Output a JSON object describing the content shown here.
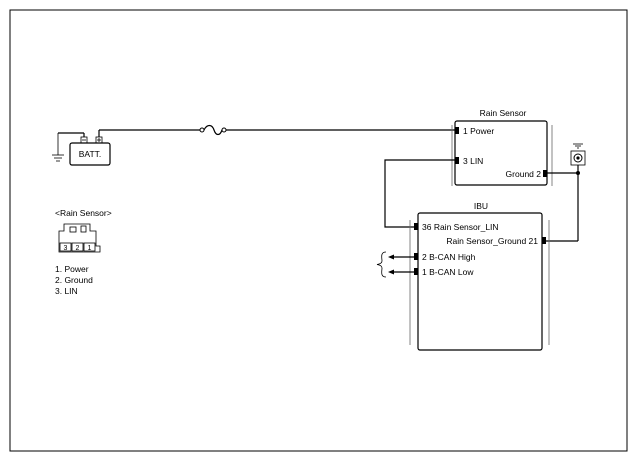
{
  "battery": {
    "label": "BATT."
  },
  "rain_sensor": {
    "title": "Rain Sensor",
    "pins": {
      "power": "1 Power",
      "lin": "3 LIN",
      "ground": "Ground 2"
    }
  },
  "ibu": {
    "title": "IBU",
    "pins": {
      "rain_lin": "36 Rain Sensor_LIN",
      "rain_ground": "Rain Sensor_Ground 21",
      "bcan_high": "2 B-CAN High",
      "bcan_low": "1 B-CAN Low"
    }
  },
  "connector": {
    "title": "<Rain Sensor>",
    "pin_numbers": [
      "3",
      "2",
      "1"
    ],
    "legend": [
      "1. Power",
      "2. Ground",
      "3. LIN"
    ]
  }
}
